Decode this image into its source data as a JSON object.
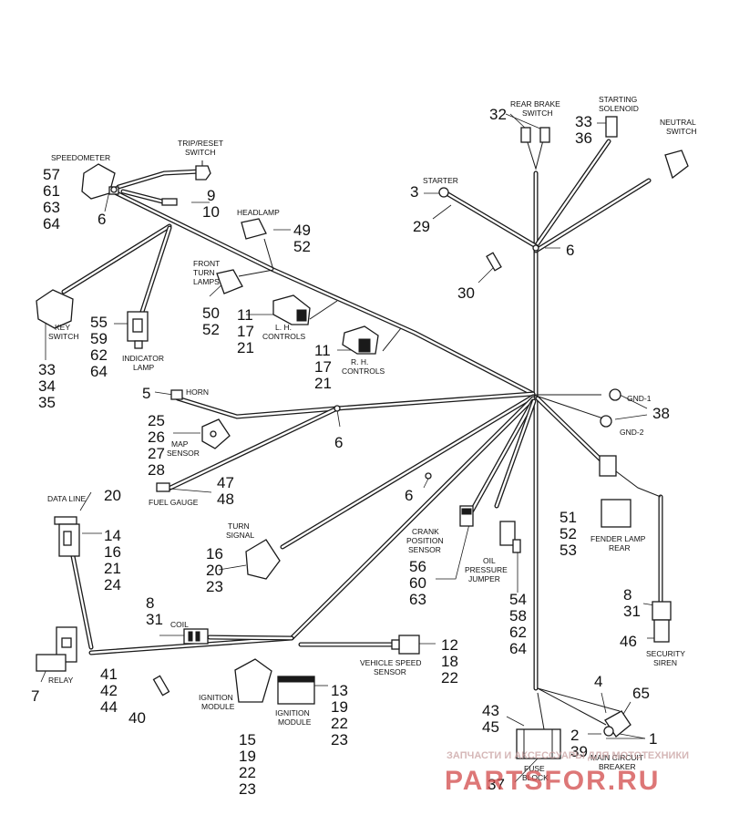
{
  "labels": {
    "speedometer": "SPEEDOMETER",
    "trip_reset_1": "TRIP/RESET",
    "trip_reset_2": "SWITCH",
    "headlamp": "HEADLAMP",
    "front_turn_1": "FRONT",
    "front_turn_2": "TURN",
    "front_turn_3": "LAMPS",
    "lh_1": "L. H.",
    "lh_2": "CONTROLS",
    "rh_1": "R. H.",
    "rh_2": "CONTROLS",
    "key_1": "KEY",
    "key_2": "SWITCH",
    "indicator_1": "INDICATOR",
    "indicator_2": "LAMP",
    "horn": "HORN",
    "map_1": "MAP",
    "map_2": "SENSOR",
    "fuel_gauge": "FUEL GAUGE",
    "data_line": "DATA LINE",
    "relay": "RELAY",
    "turn_signal_1": "TURN",
    "turn_signal_2": "SIGNAL",
    "coil": "COIL",
    "ign_module_a_1": "IGNITION",
    "ign_module_a_2": "MODULE",
    "ign_module_b_1": "IGNITION",
    "ign_module_b_2": "MODULE",
    "vss_1": "VEHICLE SPEED",
    "vss_2": "SENSOR",
    "crank_1": "CRANK",
    "crank_2": "POSITION",
    "crank_3": "SENSOR",
    "oil_1": "OIL",
    "oil_2": "PRESSURE",
    "oil_3": "JUMPER",
    "fuse_1": "FUSE",
    "fuse_2": "BLOCK",
    "mcb_1": "MAIN CIRCUIT",
    "mcb_2": "BREAKER",
    "fender_1": "FENDER LAMP",
    "fender_2": "REAR",
    "siren_1": "SECURITY",
    "siren_2": "SIREN",
    "gnd1": "GND-1",
    "gnd2": "GND-2",
    "starter": "STARTER",
    "rear_brake_1": "REAR BRAKE",
    "rear_brake_2": "SWITCH",
    "starting_sol_1": "STARTING",
    "starting_sol_2": "SOLENOID",
    "neutral_1": "NEUTRAL",
    "neutral_2": "SWITCH"
  },
  "callouts": {
    "speedo": [
      "57",
      "61",
      "63",
      "64"
    ],
    "speedo_clip": "6",
    "trip": [
      "9",
      "10"
    ],
    "headlamp": [
      "49",
      "52"
    ],
    "front_turn": [
      "50",
      "52"
    ],
    "lh": [
      "11",
      "17",
      "21"
    ],
    "rh": [
      "11",
      "17",
      "21"
    ],
    "key": [
      "33",
      "34",
      "35"
    ],
    "indicator": [
      "55",
      "59",
      "62",
      "64"
    ],
    "horn": "5",
    "map": [
      "25",
      "26",
      "27",
      "28"
    ],
    "mid_clip": "6",
    "fuel": [
      "47",
      "48"
    ],
    "data_line": "20",
    "data_nums": [
      "14",
      "16",
      "21",
      "24"
    ],
    "relay_nums": [
      "41",
      "42",
      "44"
    ],
    "relay_lead": "7",
    "turn_signal": [
      "16",
      "20",
      "23"
    ],
    "coil": [
      "8",
      "31"
    ],
    "clip_lower": "6",
    "ign_a": [
      "15",
      "19",
      "22",
      "23"
    ],
    "ign_b": [
      "13",
      "19",
      "22",
      "23"
    ],
    "vss": [
      "12",
      "18",
      "22"
    ],
    "crank": [
      "56",
      "60",
      "63"
    ],
    "oil": [
      "54",
      "58",
      "62",
      "64"
    ],
    "part40": "40",
    "fuse_top": [
      "43",
      "45"
    ],
    "fuse_bottom": "37",
    "mcb_4": "4",
    "mcb_65": "65",
    "mcb_2": "2",
    "mcb_39": "39",
    "mcb_1": "1",
    "fender": [
      "51",
      "52",
      "53"
    ],
    "siren_top": [
      "8",
      "31"
    ],
    "siren_46": "46",
    "gnd": "38",
    "starter_3": "3",
    "starter_29": "29",
    "part30": "30",
    "clip_right": "6",
    "rear_brake": "32",
    "solenoid": [
      "33",
      "36"
    ]
  },
  "watermark": {
    "line1": "ЗАПЧАСТИ И АКСЕССУАРЫ ДЛЯ МОТОТЕХНИКИ",
    "line2": "PARTSFOR.RU"
  },
  "colors": {
    "line": "#1a1a1a",
    "watermark": "#c8a0a0",
    "watermark_red": "#d24a4a"
  }
}
